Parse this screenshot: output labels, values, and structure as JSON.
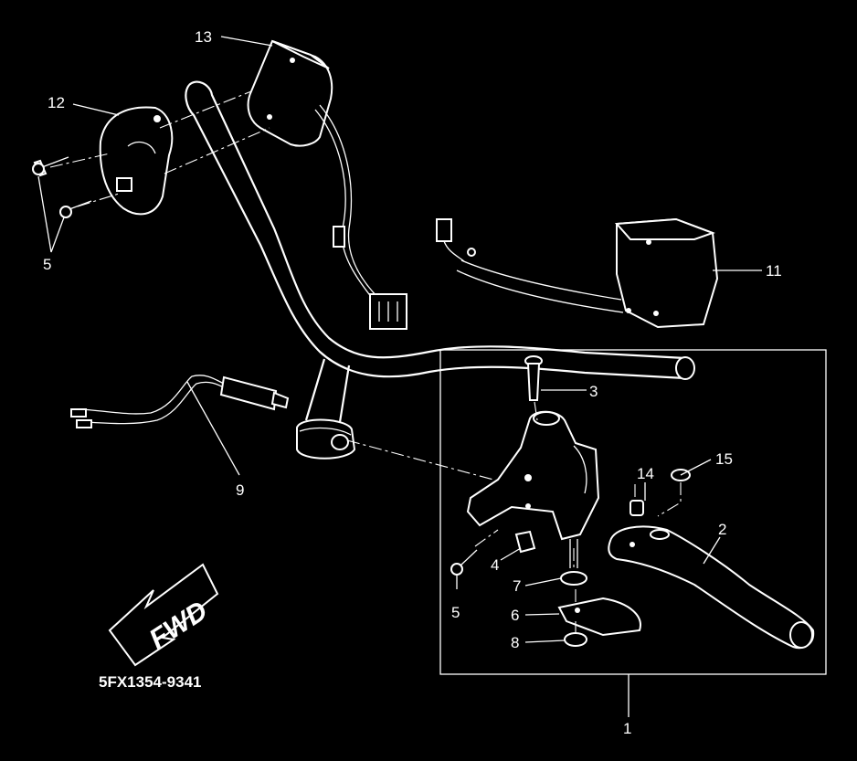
{
  "diagram": {
    "callouts": {
      "c1": "1",
      "c2": "2",
      "c3": "3",
      "c4": "4",
      "c5a": "5",
      "c5b": "5",
      "c6": "6",
      "c7": "7",
      "c8": "8",
      "c9": "9",
      "c11": "11",
      "c12": "12",
      "c13": "13",
      "c14": "14",
      "c15": "15"
    },
    "fwd_label": "FWD",
    "part_code": "5FX1354-9341"
  },
  "colors": {
    "background": "#000000",
    "ink": "#ffffff"
  },
  "icons": [
    "fwd-arrow-icon"
  ]
}
